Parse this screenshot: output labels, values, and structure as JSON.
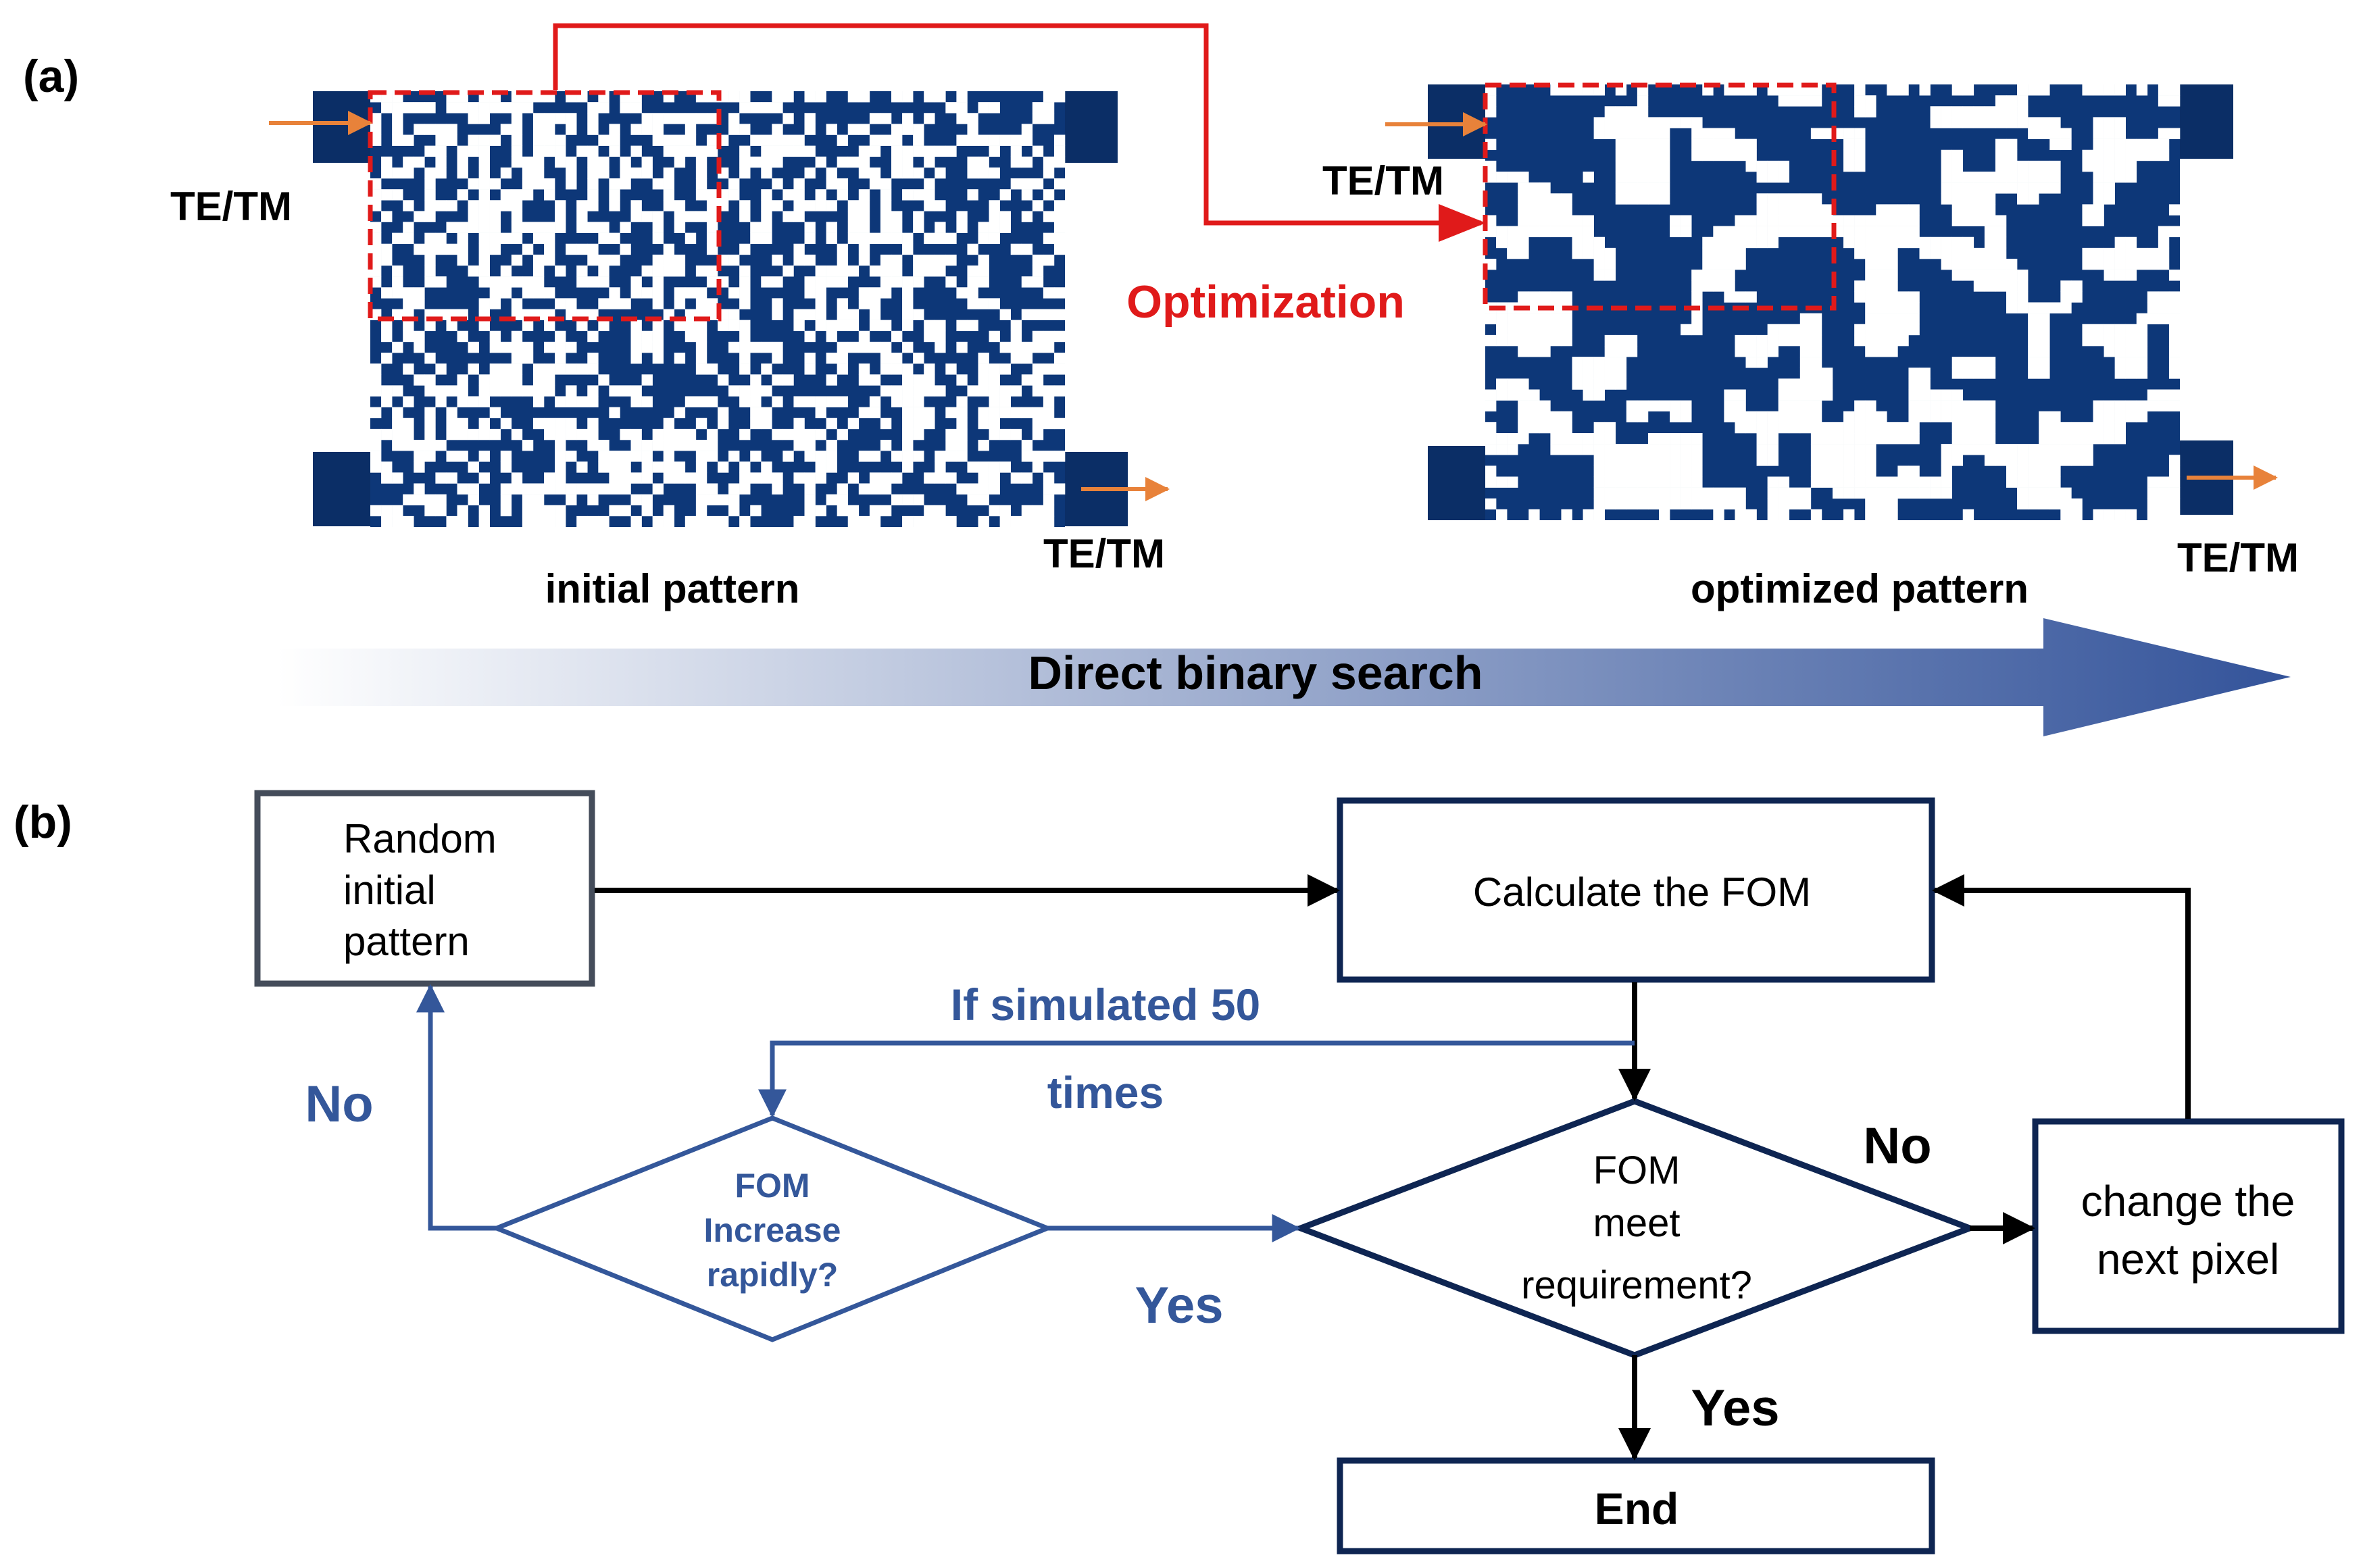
{
  "colors": {
    "pattern": "#0d3778",
    "pad": "#0b2e66",
    "highlight": "#e01a1a",
    "input_arrow": "#e8823a",
    "flow_black": "#000000",
    "flow_blue": "#34579a",
    "box_navy": "#0e2552",
    "box_gray": "#444c5a",
    "gradient_start": "#ffffff",
    "gradient_end": "#33539a"
  },
  "panel_a": {
    "label": "(a)",
    "initial": {
      "input_label": "TE/TM",
      "output_label": "TE/TM",
      "caption": "initial pattern"
    },
    "optimized": {
      "input_label": "TE/TM",
      "output_label": "TE/TM",
      "caption": "optimized pattern"
    },
    "optimization_label": "Optimization",
    "arrow_label": "Direct binary search"
  },
  "panel_b": {
    "label": "(b)",
    "random_box": {
      "line1": "Random",
      "line2": "initial",
      "line3": "pattern"
    },
    "calc_box": "Calculate the FOM",
    "meet_diamond": {
      "line1": "FOM",
      "line2": "meet",
      "line3": "requirement?"
    },
    "rapid_diamond": {
      "line1": "FOM",
      "line2": "Increase",
      "line3": "rapidly?"
    },
    "change_box": {
      "line1": "change the",
      "line2": "next pixel"
    },
    "end_box": "End",
    "sim_label": {
      "line1": "If simulated 50",
      "line2": "times"
    },
    "no_left": "No",
    "yes_mid": "Yes",
    "no_right": "No",
    "yes_down": "Yes"
  }
}
